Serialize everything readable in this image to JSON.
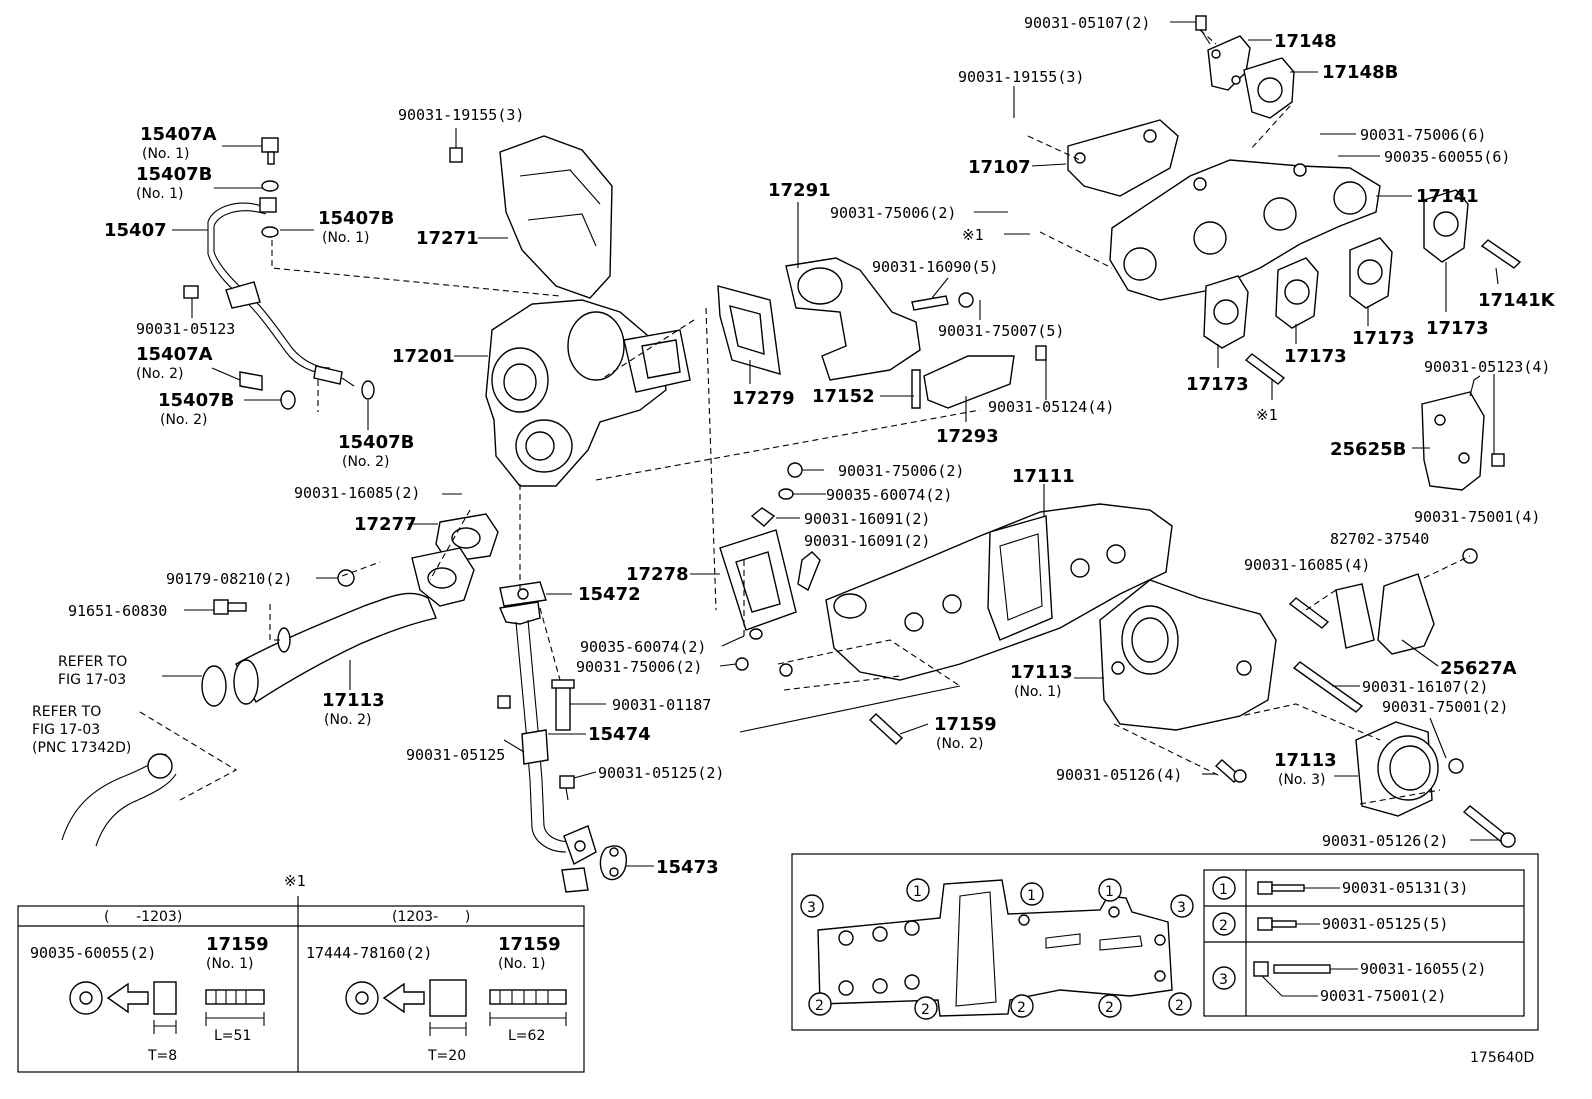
{
  "callouts": {
    "c_90031_05107": "90031-05107(2)",
    "c_17148": "17148",
    "c_17148B": "17148B",
    "c_90031_19155_r": "90031-19155(3)",
    "c_90031_75006_6": "90031-75006(6)",
    "c_90035_60055_6": "90035-60055(6)",
    "c_17107": "17107",
    "c_17141": "17141",
    "c_17291": "17291",
    "c_90031_75006_2a": "90031-75006(2)",
    "c_mark1a": "※1",
    "c_90031_16090": "90031-16090(5)",
    "c_90031_75007": "90031-75007(5)",
    "c_17141K": "17141K",
    "c_17173a": "17173",
    "c_17173b": "17173",
    "c_17173c": "17173",
    "c_17173d": "17173",
    "c_17279": "17279",
    "c_17152": "17152",
    "c_90031_05124": "90031-05124(4)",
    "c_17293": "17293",
    "c_mark1b": "※1",
    "c_90031_05123_4": "90031-05123(4)",
    "c_25625B": "25625B",
    "c_90031_19155_l": "90031-19155(3)",
    "c_15407A_1": "15407A",
    "c_no1_a": "(No. 1)",
    "c_15407B_1": "15407B",
    "c_no1_b": "(No. 1)",
    "c_15407": "15407",
    "c_15407B_1r": "15407B",
    "c_no1_c": "(No. 1)",
    "c_17271": "17271",
    "c_90031_05123": "90031-05123",
    "c_15407A_2": "15407A",
    "c_no2_a": "(No. 2)",
    "c_15407B_2": "15407B",
    "c_no2_b": "(No. 2)",
    "c_15407B_2r": "15407B",
    "c_no2_c": "(No. 2)",
    "c_17201": "17201",
    "c_90031_16085_2": "90031-16085(2)",
    "c_17277": "17277",
    "c_90031_75006_2b": "90031-75006(2)",
    "c_90035_60074_2a": "90035-60074(2)",
    "c_90031_16091_a": "90031-16091(2)",
    "c_90031_16091_b": "90031-16091(2)",
    "c_17278": "17278",
    "c_17111": "17111",
    "c_90031_75001_4": "90031-75001(4)",
    "c_82702": "82702-37540",
    "c_90031_16085_4": "90031-16085(4)",
    "c_90179": "90179-08210(2)",
    "c_15472": "15472",
    "c_91651": "91651-60830",
    "c_refer1a": "REFER TO",
    "c_refer1b": "FIG 17-03",
    "c_refer2a": "REFER TO",
    "c_refer2b": "FIG 17-03",
    "c_refer2c": "(PNC 17342D)",
    "c_17113_2": "17113",
    "c_no2_d": "(No. 2)",
    "c_90035_60074_2b": "90035-60074(2)",
    "c_90031_75006_2c": "90031-75006(2)",
    "c_90031_01187": "90031-01187",
    "c_90031_05125": "90031-05125",
    "c_15474": "15474",
    "c_90031_05125_2": "90031-05125(2)",
    "c_15473": "15473",
    "c_17113_1": "17113",
    "c_no1_d": "(No. 1)",
    "c_25627A": "25627A",
    "c_90031_16107": "90031-16107(2)",
    "c_90031_75001_2": "90031-75001(2)",
    "c_17159_2": "17159",
    "c_no2_e": "(No. 2)",
    "c_90031_05126_4": "90031-05126(4)",
    "c_17113_3": "17113",
    "c_no3": "(No. 3)",
    "c_90031_05126_2": "90031-05126(2)"
  },
  "table": {
    "mark": "※1",
    "col1_header": "(      -1203)",
    "col2_header": "(1203-      )",
    "col1_washer": "90035-60055(2)",
    "col1_stud": "17159",
    "col1_stud_no": "(No. 1)",
    "col1_T": "T=8",
    "col1_L": "L=51",
    "col2_washer": "17444-78160(2)",
    "col2_stud": "17159",
    "col2_stud_no": "(No. 1)",
    "col2_T": "T=20",
    "col2_L": "L=62"
  },
  "legend": {
    "n1": "1",
    "n2": "2",
    "n3": "3",
    "p1": "90031-05131(3)",
    "p2": "90031-05125(5)",
    "p3a": "90031-16055(2)",
    "p3b": "90031-75001(2)"
  },
  "figure_code": "175640D"
}
